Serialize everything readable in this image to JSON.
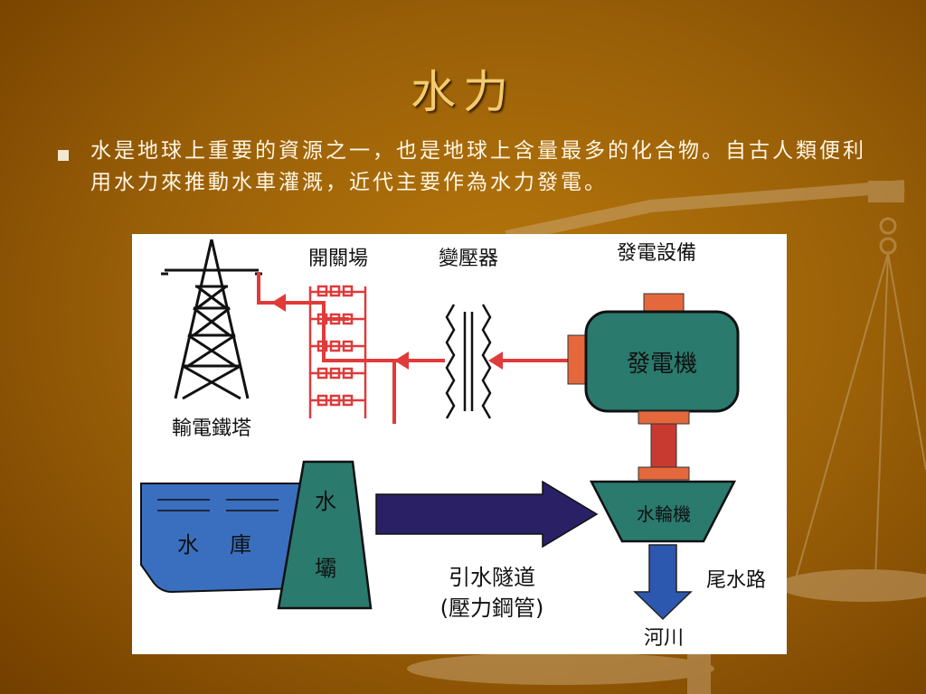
{
  "slide": {
    "title": "水力",
    "body": "水是地球上重要的資源之一，也是地球上含量最多的化合物。自古人類便利用水力來推動水車灌溉，近代主要作為水力發電。"
  },
  "diagram": {
    "labels": {
      "switchyard": "開關場",
      "transformer": "變壓器",
      "power_equipment": "發電設備",
      "transmission_tower": "輸電鐵塔",
      "generator": "發電機",
      "turbine": "水輪機",
      "reservoir_char1": "水",
      "reservoir_char2": "庫",
      "dam_char1": "水",
      "dam_char2": "壩",
      "penstock_line1": "引水隧道",
      "penstock_line2": "(壓力鋼管)",
      "tailrace": "尾水路",
      "river": "河川"
    },
    "colors": {
      "line_red": "#e03a3a",
      "generator_fill": "#2a7a6e",
      "dam_fill": "#2a7a6e",
      "reservoir_fill": "#3a6fc0",
      "penstock_arrow": "#2a2066",
      "tail_arrow": "#2d58b0",
      "connector_orange": "#e5683c",
      "shaft": "#c83a30"
    }
  }
}
